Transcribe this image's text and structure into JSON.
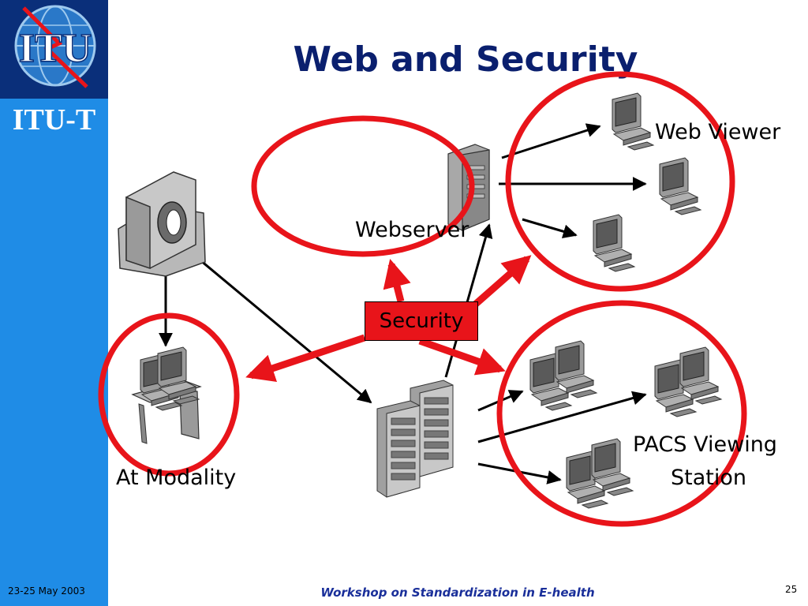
{
  "slide": {
    "title": "Web and Security",
    "footer": "Workshop on Standardization in E-health",
    "date": "23-25 May 2003",
    "page_number": "25"
  },
  "branding": {
    "logo_text": "ITU",
    "sector_text": "ITU-T",
    "sidebar_color": "#1f8ce6",
    "logo_bg_color": "#0a2f7a"
  },
  "diagram": {
    "labels": {
      "webserver": "Webserver",
      "web_viewer": "Web Viewer",
      "at_modality": "At Modality",
      "pacs_line1": "PACS Viewing",
      "pacs_line2": "Station",
      "security": "Security"
    },
    "icons": [
      "modality-scanner-icon",
      "webserver-icon",
      "web-viewer-pc-icon",
      "modality-workstation-icon",
      "pacs-server-rack-icon",
      "pacs-workstation-icon"
    ],
    "highlight_color": "#e8141a"
  }
}
